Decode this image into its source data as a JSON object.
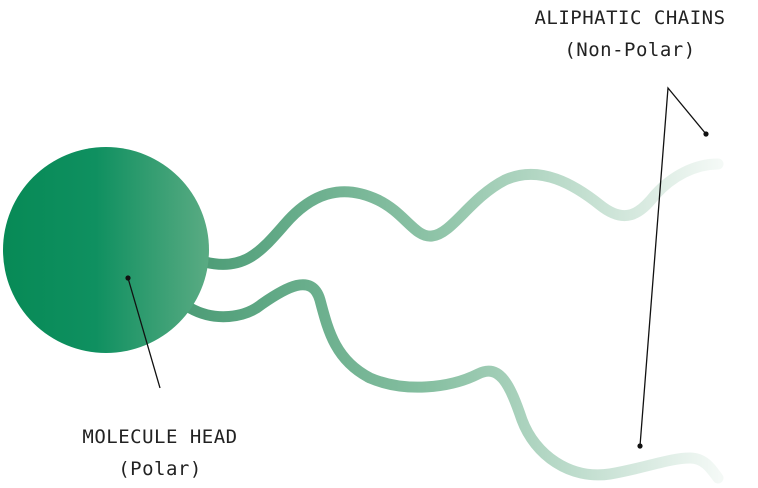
{
  "head": {
    "title": "MOLECULE HEAD",
    "subtitle": "(Polar)"
  },
  "chains": {
    "title": "ALIPHATIC CHAINS",
    "subtitle": "(Non-Polar)"
  },
  "colors": {
    "head_dark": "#078a56",
    "head_light": "#5aab83",
    "chain_start": "#4d9d77",
    "chain_end": "#e8f3ed",
    "leader_line": "#111111",
    "text": "#222222"
  }
}
